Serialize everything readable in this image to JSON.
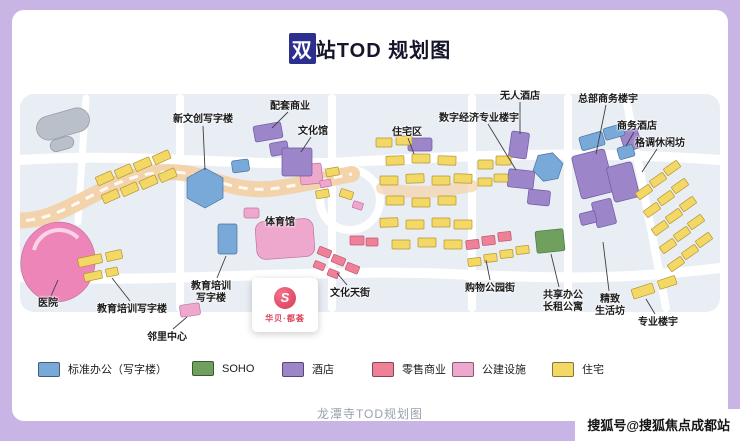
{
  "colors": {
    "frame_bg": "#c9b4e6",
    "title_highlight_bg": "#2c2f8f",
    "metro_band": "#f3d2a6",
    "office_blue": "#79a9d8",
    "soho_green": "#6fa05e",
    "hotel_purple": "#9c85c9",
    "retail_pink": "#ee8098",
    "public_pink": "#efa8cd",
    "residential_yellow": "#f4d866"
  },
  "title": {
    "highlight": "双",
    "rest": "站TOD 规划图"
  },
  "map_labels": [
    {
      "text": "新文创写字楼"
    },
    {
      "text": "配套商业"
    },
    {
      "text": "文化馆"
    },
    {
      "text": "住宅区"
    },
    {
      "text": "数字经济专业楼宇"
    },
    {
      "text": "无人酒店"
    },
    {
      "text": "总部商务楼宇"
    },
    {
      "text": "商务酒店"
    },
    {
      "text": "格调休闲坊"
    },
    {
      "text": "体育馆"
    },
    {
      "text": "医院"
    },
    {
      "text": "教育培训写字楼"
    },
    {
      "text": "教育培训\n写字楼"
    },
    {
      "text": "邻里中心"
    },
    {
      "text": "文化天街"
    },
    {
      "text": "购物公园街"
    },
    {
      "text": "共享办公\n长租公寓"
    },
    {
      "text": "精致\n生活坊"
    },
    {
      "text": "专业楼宇"
    }
  ],
  "logo": {
    "name": "华贝·都荟",
    "mark": "S"
  },
  "legend": {
    "items": [
      {
        "label": "标准办公（写字楼）",
        "color": "#79a9d8"
      },
      {
        "label": "SOHO",
        "color": "#6fa05e"
      },
      {
        "label": "酒店",
        "color": "#9c85c9"
      },
      {
        "label": "零售商业",
        "color": "#ee8098"
      },
      {
        "label": "公建设施",
        "color": "#efa8cd"
      },
      {
        "label": "住宅",
        "color": "#f4d866"
      }
    ]
  },
  "footer": {
    "caption": "龙潭寺TOD规划图",
    "watermark": "搜狐号@搜狐焦点成都站"
  }
}
